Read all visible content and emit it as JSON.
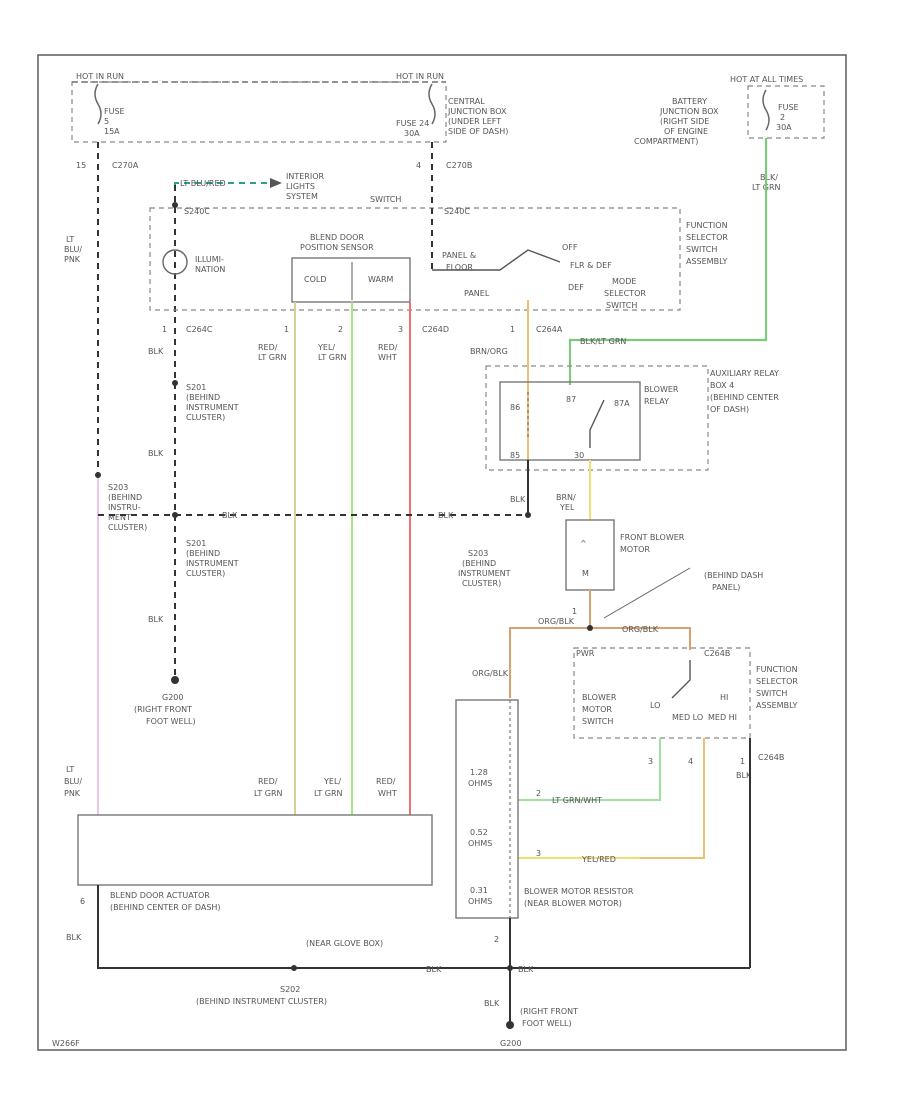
{
  "power": {
    "hot1": "HOT IN RUN",
    "hot2": "HOT IN RUN",
    "hot3": "HOT AT ALL TIMES",
    "fuse5_a": "FUSE",
    "fuse5_b": "5",
    "fuse5_c": "15A",
    "fuse24_a": "FUSE 24",
    "fuse24_b": "30A",
    "cjb_1": "CENTRAL",
    "cjb_2": "JUNCTION BOX",
    "cjb_3": "(UNDER LEFT",
    "cjb_4": "SIDE OF DASH)",
    "bjb_1": "BATTERY",
    "bjb_2": "JUNCTION BOX",
    "bjb_3": "(RIGHT SIDE",
    "bjb_4": "OF ENGINE",
    "bjb_5": "COMPARTMENT)",
    "fuse2_a": "FUSE",
    "fuse2_b": "2",
    "fuse2_c": "30A",
    "pin15": "15",
    "c270a": "C270A",
    "pin4": "4",
    "c270b": "C270B",
    "blk_ltgrn_a": "BLK/",
    "blk_ltgrn_b": "LT GRN"
  },
  "labels": {
    "lt_blu_red": "LT BLU/RED",
    "interior_1": "INTERIOR",
    "interior_2": "LIGHTS",
    "interior_3": "SYSTEM",
    "s240c_top": "S240C",
    "s240c_mid": "S240C",
    "switch_label": "SWITCH",
    "fsa_1": "FUNCTION",
    "fsa_2": "SELECTOR",
    "fsa_3": "SWITCH",
    "fsa_4": "ASSEMBLY",
    "illum_1": "ILLUMI-",
    "illum_2": "NATION",
    "blend_1": "BLEND DOOR",
    "blend_2": "POSITION SENSOR",
    "cold": "COLD",
    "warm": "WARM",
    "panel_floor_1": "PANEL &",
    "panel_floor_2": "FLOOR",
    "off": "OFF",
    "flr_def": "FLR & DEF",
    "panel": "PANEL",
    "def": "DEF",
    "mode_1": "MODE",
    "mode_2": "SELECTOR",
    "mode_3": "SWITCH",
    "lt_blu_pink_a1": "LT",
    "lt_blu_pink_a2": "BLU/",
    "lt_blu_pink_a3": "PNK",
    "c264c": "C264C",
    "c264d": "C264D",
    "c264a": "C264A",
    "blk1": "BLK",
    "pin1a": "1",
    "pin1b": "1",
    "pin2": "2",
    "pin3": "3",
    "pin1c": "1",
    "red_ltgrn_1": "RED/",
    "red_ltgrn_2": "LT GRN",
    "yel_ltgrn_1": "YEL/",
    "yel_ltgrn_2": "LT GRN",
    "red_wht_1": "RED/",
    "red_wht_2": "WHT",
    "brn_org": "BRN/ORG",
    "blk_ltgrn2": "BLK/LT GRN",
    "s201_1": "S201",
    "s201_2": "(BEHIND",
    "s201_3": "INSTRUMENT",
    "s201_4": "CLUSTER)",
    "aux_1": "AUXILIARY RELAY",
    "aux_2": "BOX 4",
    "aux_3": "(BEHIND CENTER",
    "aux_4": "OF DASH)",
    "r86": "86",
    "r87": "87",
    "r87a": "87A",
    "r85": "85",
    "r30": "30",
    "blower_relay_1": "BLOWER",
    "blower_relay_2": "RELAY",
    "blk2": "BLK",
    "s203_1": "S203",
    "s203_2": "(BEHIND",
    "s203_3": "INSTRU-",
    "s203_4": "MENT",
    "s203_5": "CLUSTER)",
    "blk_mid": "BLK",
    "s201b_1": "S201",
    "s201b_2": "(BEHIND",
    "s201b_3": "INSTRUMENT",
    "s201b_4": "CLUSTER)",
    "blk3": "BLK",
    "s203b_1": "S203",
    "s203b_2": "(BEHIND",
    "s203b_3": "INSTRUMENT",
    "s203b_4": "CLUSTER)",
    "brn_yel_1": "BRN/",
    "brn_yel_2": "YEL",
    "fbm_1": "FRONT BLOWER",
    "fbm_2": "MOTOR",
    "behind_dash_1": "(BEHIND DASH",
    "behind_dash_2": "PANEL)",
    "blk4": "BLK",
    "g200_1": "G200",
    "g200_2": "(RIGHT FRONT",
    "g200_3": "FOOT WELL)",
    "org_blk": "ORG/BLK",
    "org_blk2": "ORG/BLK",
    "org_blk3": "ORG/BLK",
    "pin1d": "1",
    "pwr": "PWR",
    "c264b": "C264B",
    "fss_1": "FUNCTION",
    "fss_2": "SELECTOR",
    "fss_3": "SWITCH",
    "fss_4": "ASSEMBLY",
    "bms_1": "BLOWER",
    "bms_2": "MOTOR",
    "bms_3": "SWITCH",
    "lo": "LO",
    "med_lo": "MED LO",
    "med_hi": "MED HI",
    "hi": "HI",
    "c264b2": "C264B",
    "pin3b": "3",
    "pin4b": "4",
    "pin1e": "1",
    "blk5": "BLK",
    "lt_blu_pnk_b1": "LT",
    "lt_blu_pnk_b2": "BLU/",
    "lt_blu_pnk_b3": "PNK",
    "red_ltgrn_b1": "RED/",
    "red_ltgrn_b2": "LT GRN",
    "yel_ltgrn_b1": "YEL/",
    "yel_ltgrn_b2": "LT GRN",
    "red_wht_b1": "RED/",
    "red_wht_b2": "WHT",
    "ohm_1_28a": "1.28",
    "ohm_1_28b": "OHMS",
    "ohm_0_52a": "0.52",
    "ohm_0_52b": "OHMS",
    "ohm_0_31a": "0.31",
    "ohm_0_31b": "OHMS",
    "lt_grn_wht": "LT GRN/WHT",
    "yel_red": "YEL/RED",
    "pin2b": "2",
    "pin3c": "3",
    "bmr_1": "BLOWER MOTOR RESISTOR",
    "bmr_2": "(NEAR BLOWER MOTOR)",
    "bda_1": "BLEND DOOR ACTUATOR",
    "bda_2": "(BEHIND CENTER OF DASH)",
    "pin6": "6",
    "blk6": "BLK",
    "near_glove": "(NEAR GLOVE BOX)",
    "pin2c": "2",
    "blk_b1": "BLK",
    "blk_b2": "BLK",
    "s202_1": "S202",
    "s202_2": "(BEHIND INSTRUMENT CLUSTER)",
    "blk7": "BLK",
    "g200b_1": "(RIGHT FRONT",
    "g200b_2": "FOOT WELL)",
    "g200b_3": "G200",
    "code": "W266F"
  },
  "wire_colors": {
    "black": "#333333",
    "lt_green": "#7ec87e",
    "teal": "#2e9e8e",
    "tan": "#d8cf9a",
    "lime": "#a8e87a",
    "red": "#f07070",
    "orange": "#f0c070",
    "brown_org": "#d9a070",
    "yellow": "#f0e070",
    "lt_grn_wht": "#a0e0a0",
    "pink": "#e8c8e8"
  }
}
